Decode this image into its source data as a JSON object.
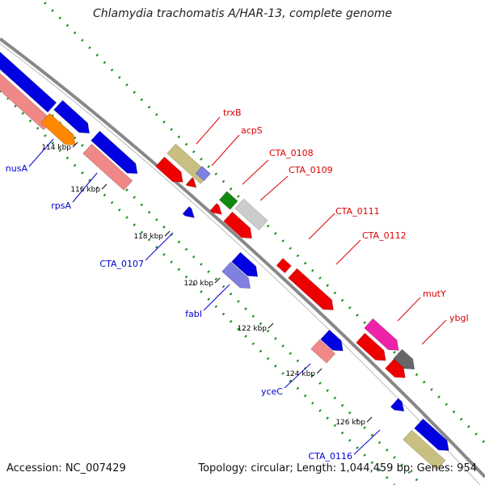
{
  "title": "Chlamydia trachomatis A/HAR-13, complete genome",
  "accession": "Accession: NC_007429",
  "summary": "Topology: circular; Length: 1,044,459 bp; Genes: 954",
  "colors": {
    "backbone": "#888888",
    "forward_label": "#dd0000",
    "reverse_label": "#0000cc",
    "dotted_ring": "#1a8a1a"
  },
  "ticks": [
    "114 kbp",
    "116 kbp",
    "118 kbp",
    "120 kbp",
    "122 kbp",
    "124 kbp",
    "126 kbp"
  ],
  "forward_labels": [
    "trxB",
    "acpS",
    "CTA_0108",
    "CTA_0109",
    "CTA_0111",
    "CTA_0112",
    "mutY",
    "ybgI"
  ],
  "reverse_labels": [
    "nusA",
    "rpsA",
    "CTA_0107",
    "fabI",
    "yceC",
    "CTA_0116"
  ],
  "feature_colors": {
    "blue": "#0000e0",
    "red": "#ee0000",
    "salmon": "#f08888",
    "orange": "#ff8800",
    "olive": "#c8c080",
    "green": "#118811",
    "silver": "#cccccc",
    "periwinkle": "#8080e0",
    "magenta": "#ee22aa",
    "gray": "#666666"
  }
}
